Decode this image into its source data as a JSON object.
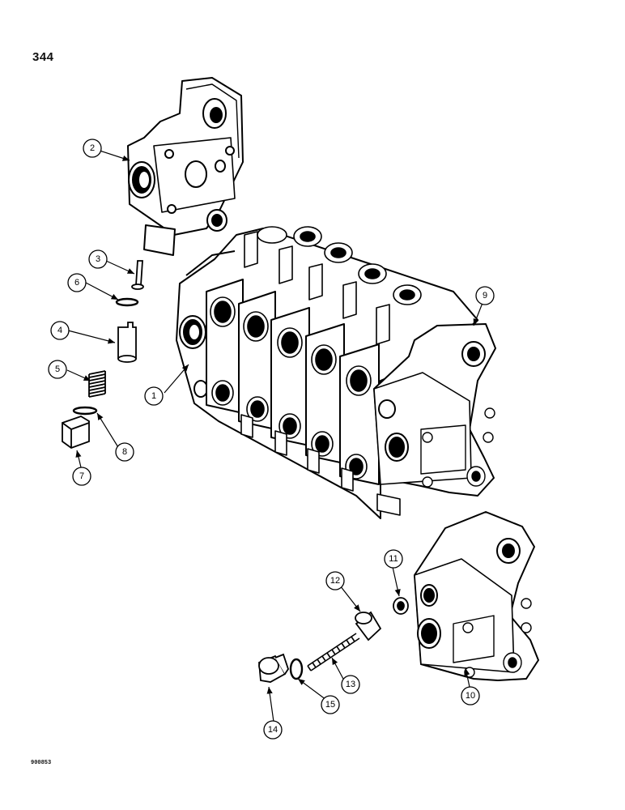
{
  "page": {
    "number": "344",
    "figure_code": "900853"
  },
  "callouts": [
    {
      "id": "c1",
      "label": "1"
    },
    {
      "id": "c2",
      "label": "2"
    },
    {
      "id": "c3",
      "label": "3"
    },
    {
      "id": "c4",
      "label": "4"
    },
    {
      "id": "c5",
      "label": "5"
    },
    {
      "id": "c6",
      "label": "6"
    },
    {
      "id": "c7",
      "label": "7"
    },
    {
      "id": "c8",
      "label": "8"
    },
    {
      "id": "c9",
      "label": "9"
    },
    {
      "id": "c10",
      "label": "10"
    },
    {
      "id": "c11",
      "label": "11"
    },
    {
      "id": "c12",
      "label": "12"
    },
    {
      "id": "c13",
      "label": "13"
    },
    {
      "id": "c14",
      "label": "14"
    },
    {
      "id": "c15",
      "label": "15"
    }
  ]
}
